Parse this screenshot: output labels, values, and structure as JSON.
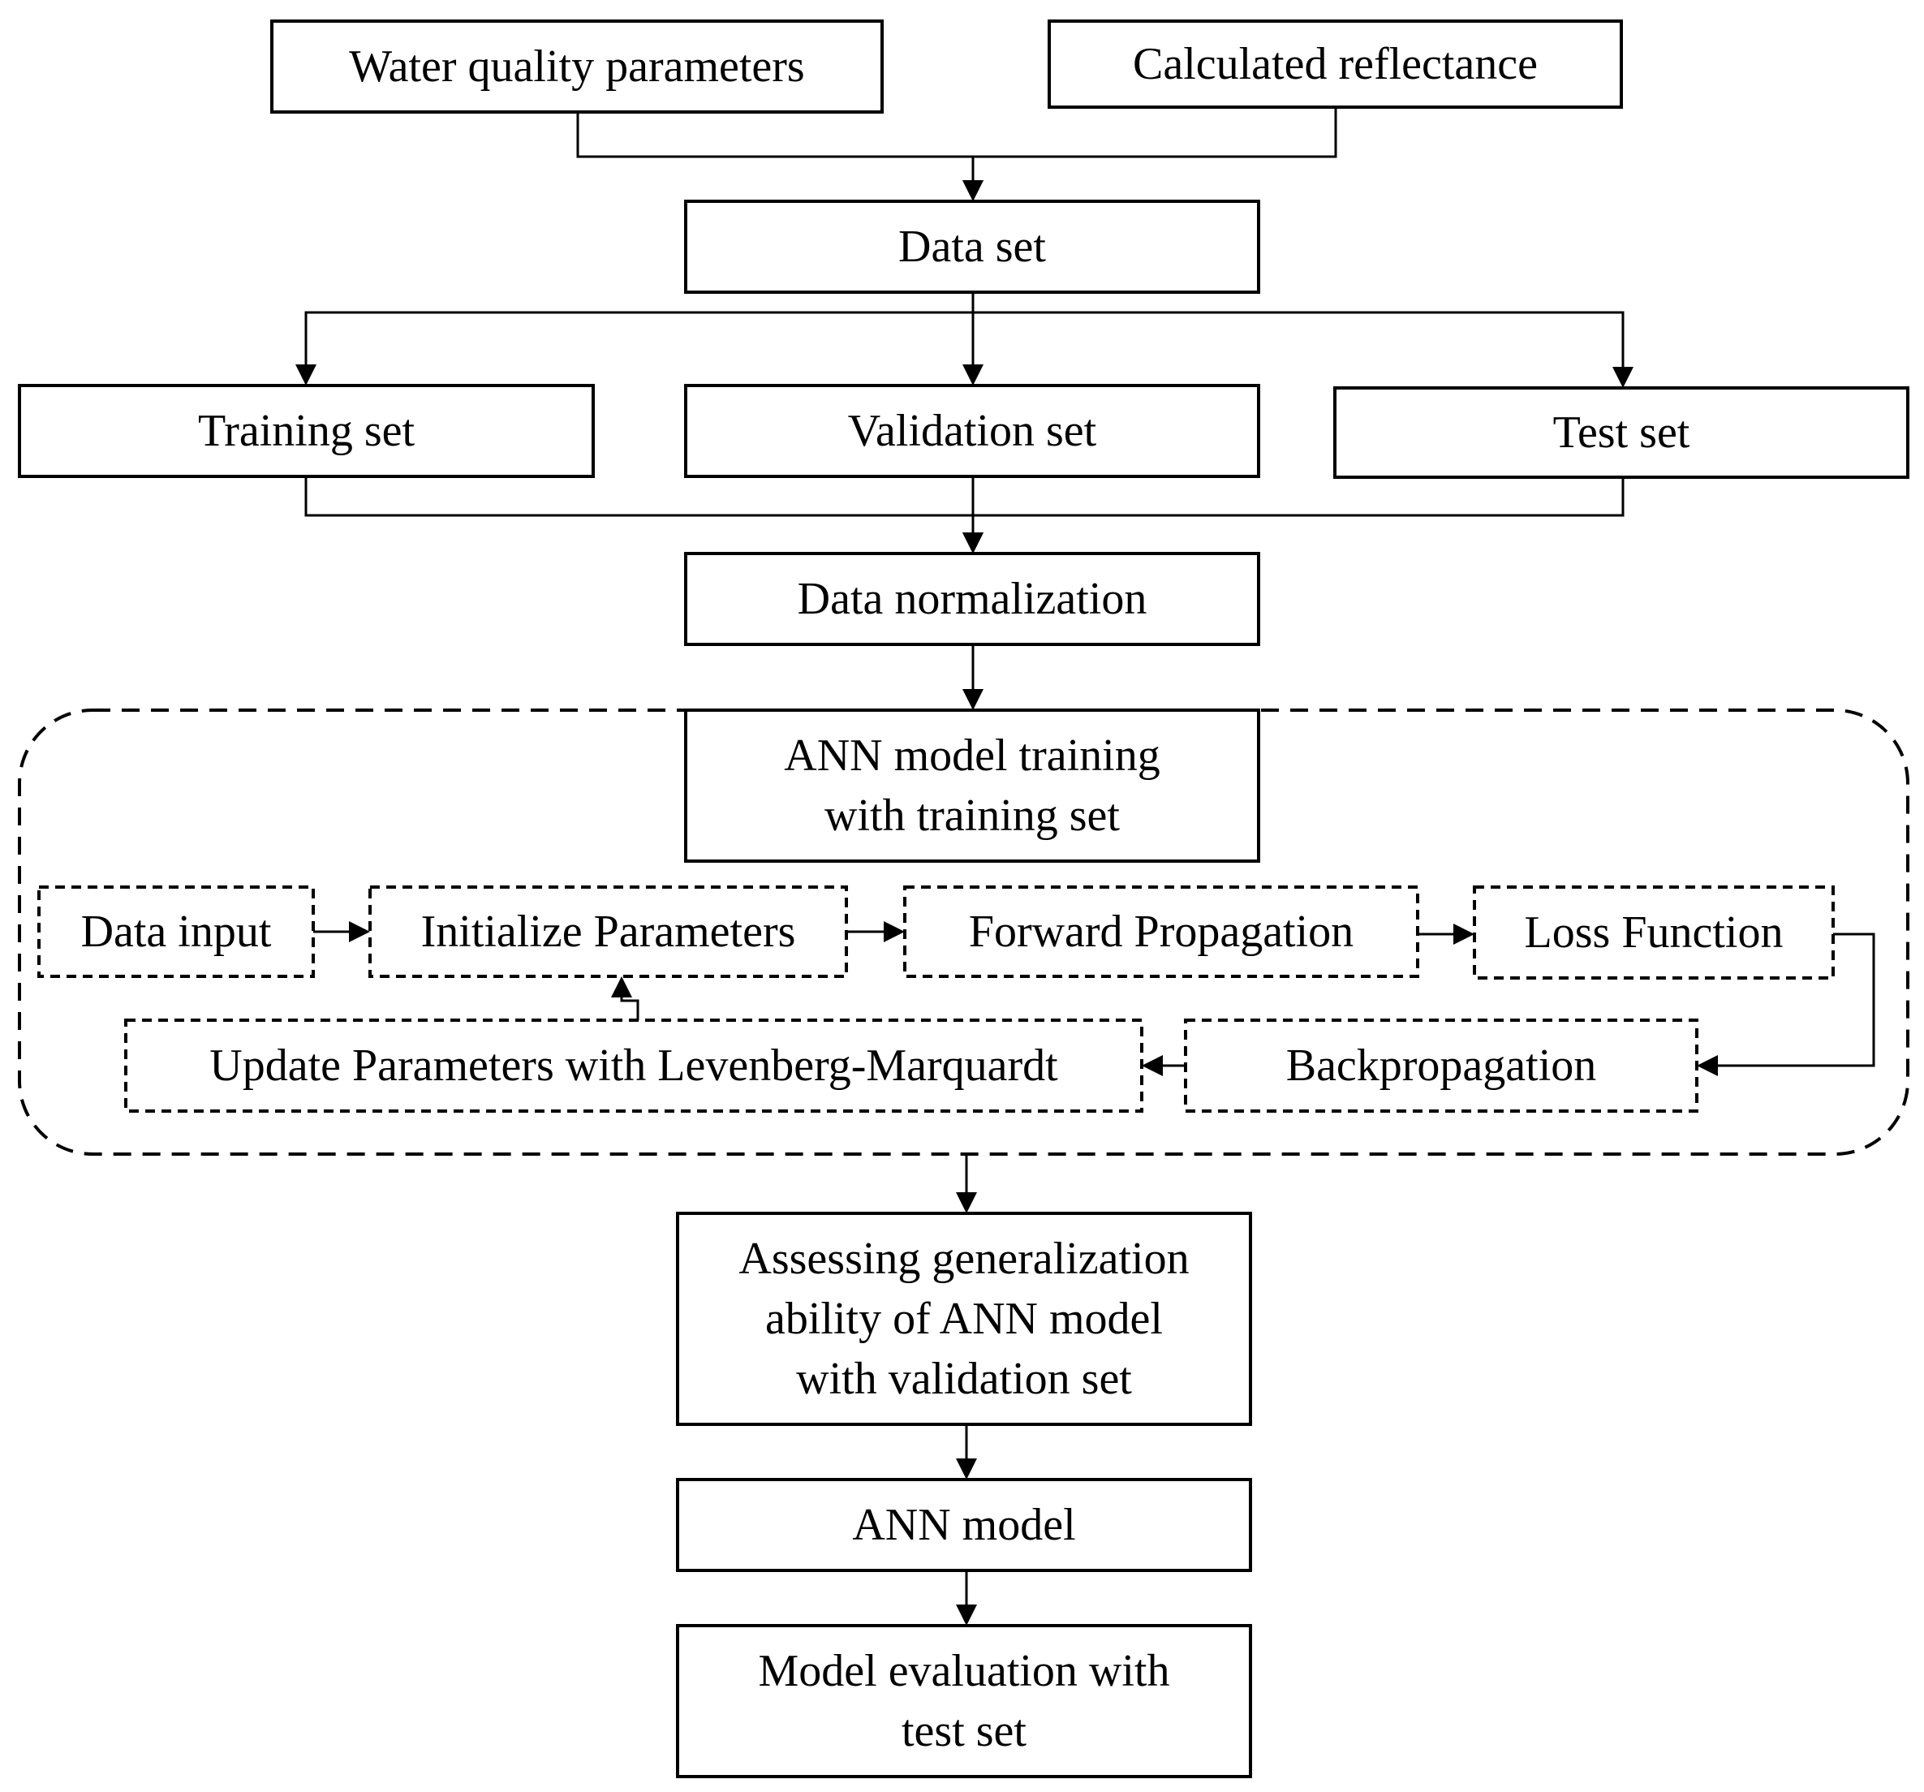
{
  "nodes": {
    "water_quality": {
      "lines": [
        "Water quality parameters"
      ]
    },
    "calc_reflectance": {
      "lines": [
        "Calculated reflectance"
      ]
    },
    "data_set": {
      "lines": [
        "Data set"
      ]
    },
    "training_set": {
      "lines": [
        "Training  set"
      ]
    },
    "validation_set": {
      "lines": [
        "Validation set"
      ]
    },
    "test_set": {
      "lines": [
        "Test set"
      ]
    },
    "data_normalization": {
      "lines": [
        "Data normalization"
      ]
    },
    "ann_training": {
      "lines": [
        "ANN model training",
        "with training set"
      ]
    },
    "data_input": {
      "lines": [
        "Data input"
      ]
    },
    "init_params": {
      "lines": [
        "Initialize  Parameters"
      ]
    },
    "forward_prop": {
      "lines": [
        "Forward Propagation"
      ]
    },
    "loss_function": {
      "lines": [
        "Loss Function"
      ]
    },
    "update_params": {
      "lines": [
        "Update Parameters with Levenberg-Marquardt"
      ]
    },
    "backprop": {
      "lines": [
        "Backpropagation"
      ]
    },
    "assessing": {
      "lines": [
        "Assessing generalization",
        "ability  of ANN model",
        "with validation  set"
      ]
    },
    "ann_model": {
      "lines": [
        "ANN model"
      ]
    },
    "model_eval": {
      "lines": [
        "Model evaluation with",
        "test set"
      ]
    }
  },
  "edges": [
    [
      "water_quality",
      "data_set"
    ],
    [
      "calc_reflectance",
      "data_set"
    ],
    [
      "data_set",
      "training_set"
    ],
    [
      "data_set",
      "validation_set"
    ],
    [
      "data_set",
      "test_set"
    ],
    [
      "training_set",
      "data_normalization"
    ],
    [
      "validation_set",
      "data_normalization"
    ],
    [
      "test_set",
      "data_normalization"
    ],
    [
      "data_normalization",
      "ann_training"
    ],
    [
      "data_input",
      "init_params"
    ],
    [
      "init_params",
      "forward_prop"
    ],
    [
      "forward_prop",
      "loss_function"
    ],
    [
      "loss_function",
      "backprop"
    ],
    [
      "backprop",
      "update_params"
    ],
    [
      "update_params",
      "init_params"
    ],
    [
      "ann_training",
      "assessing"
    ],
    [
      "assessing",
      "ann_model"
    ],
    [
      "ann_model",
      "model_eval"
    ]
  ]
}
